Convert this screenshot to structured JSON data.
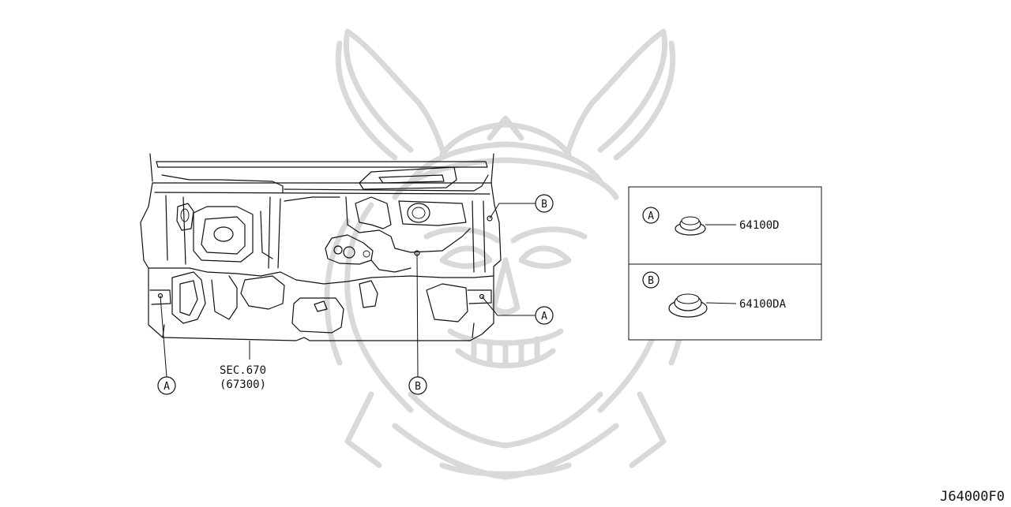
{
  "diagram_id": "J64000F0",
  "section_ref": {
    "line1": "SEC.670",
    "line2": "(67300)"
  },
  "callouts": {
    "left_a": "A",
    "bottom_b": "B",
    "top_right_b": "B",
    "right_a": "A"
  },
  "legend": {
    "items": [
      {
        "key": "A",
        "part_number": "64100D"
      },
      {
        "key": "B",
        "part_number": "64100DA"
      }
    ]
  }
}
